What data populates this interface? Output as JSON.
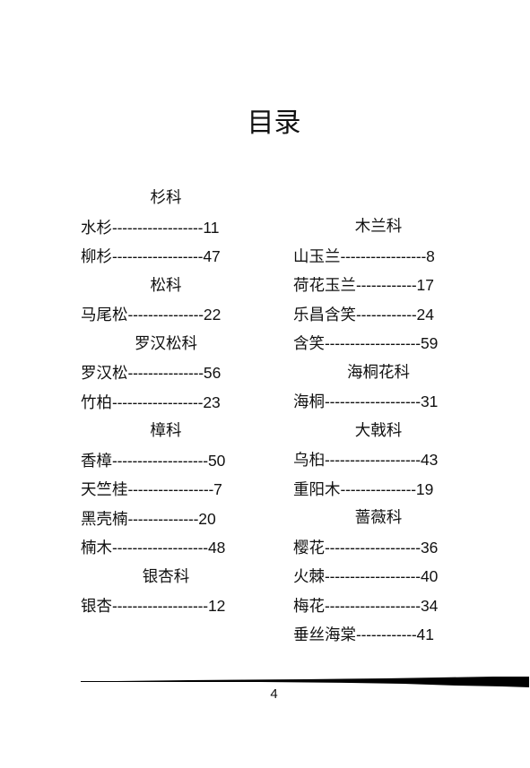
{
  "title": "目录",
  "left_column": [
    {
      "type": "heading",
      "text": "杉科"
    },
    {
      "type": "entry",
      "name": "水杉",
      "dots": "------------------",
      "page": "11"
    },
    {
      "type": "entry",
      "name": "柳杉",
      "dots": "------------------",
      "page": "47"
    },
    {
      "type": "heading",
      "text": "松科"
    },
    {
      "type": "entry",
      "name": "马尾松",
      "dots": "---------------",
      "page": "22"
    },
    {
      "type": "heading",
      "text": "罗汉松科"
    },
    {
      "type": "entry",
      "name": "罗汉松",
      "dots": "---------------",
      "page": "56"
    },
    {
      "type": "entry",
      "name": "竹柏",
      "dots": "------------------",
      "page": "23"
    },
    {
      "type": "heading",
      "text": "樟科"
    },
    {
      "type": "entry",
      "name": "香樟",
      "dots": "-------------------",
      "page": "50"
    },
    {
      "type": "entry",
      "name": "天竺桂",
      "dots": "-----------------",
      "page": "7"
    },
    {
      "type": "entry",
      "name": "黑壳楠",
      "dots": "--------------",
      "page": "20"
    },
    {
      "type": "entry",
      "name": "楠木",
      "dots": "-------------------",
      "page": "48"
    },
    {
      "type": "heading",
      "text": "银杏科"
    },
    {
      "type": "entry",
      "name": "银杏",
      "dots": "-------------------",
      "page": "12"
    }
  ],
  "right_column": [
    {
      "type": "heading",
      "text": "木兰科"
    },
    {
      "type": "entry",
      "name": "山玉兰",
      "dots": "-----------------",
      "page": "8"
    },
    {
      "type": "entry",
      "name": "荷花玉兰",
      "dots": "------------",
      "page": "17"
    },
    {
      "type": "entry",
      "name": "乐昌含笑",
      "dots": "------------",
      "page": "24"
    },
    {
      "type": "entry",
      "name": "含笑",
      "dots": "-------------------",
      "page": "59"
    },
    {
      "type": "heading",
      "text": "海桐花科"
    },
    {
      "type": "entry",
      "name": "海桐",
      "dots": "-------------------",
      "page": "31"
    },
    {
      "type": "heading",
      "text": "大戟科"
    },
    {
      "type": "entry",
      "name": "乌桕",
      "dots": "-------------------",
      "page": "43"
    },
    {
      "type": "entry",
      "name": "重阳木",
      "dots": "---------------",
      "page": "19"
    },
    {
      "type": "heading",
      "text": "蔷薇科"
    },
    {
      "type": "entry",
      "name": "樱花",
      "dots": "-------------------",
      "page": "36"
    },
    {
      "type": "entry",
      "name": "火棘",
      "dots": "-------------------",
      "page": "40"
    },
    {
      "type": "entry",
      "name": "梅花",
      "dots": "-------------------",
      "page": "34"
    },
    {
      "type": "entry",
      "name": "垂丝海棠",
      "dots": "------------",
      "page": "41"
    }
  ],
  "page_number": "4"
}
